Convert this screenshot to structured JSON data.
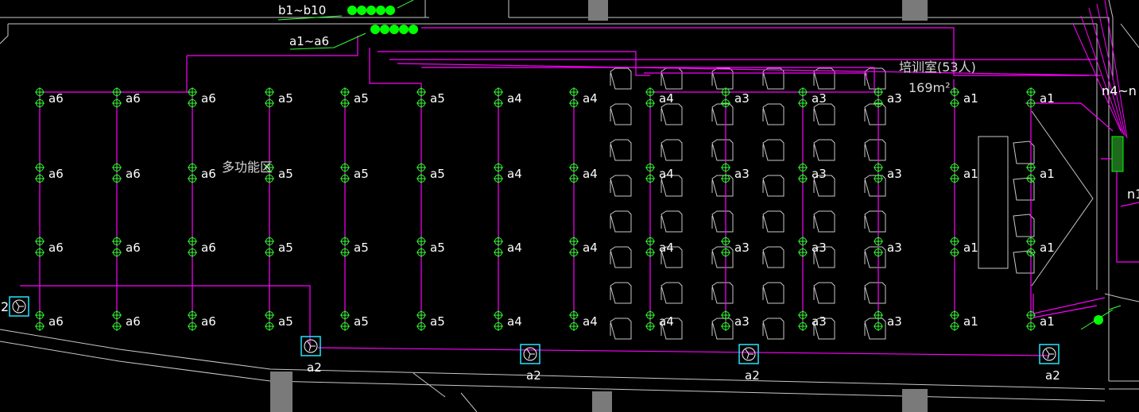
{
  "drawing": {
    "room_name": "培训室(53人)",
    "room_area": "169m²",
    "zone_label": "多功能区",
    "header_b": "b1~b10",
    "header_a": "a1~a6",
    "label_n4": "n4~n",
    "label_n1": "n1",
    "left_cut_label": "2"
  },
  "colors": {
    "background": "#000000",
    "circuit": "#ff00ff",
    "lamp": "#33ff33",
    "wall": "#c8c8c8",
    "panel": "#22e5ff",
    "text": "#ffffff",
    "junction": "#00ff00"
  },
  "fixtures": {
    "columns": [
      "a6",
      "a6",
      "a6",
      "a5",
      "a5",
      "a5",
      "a4",
      "a4",
      "a4",
      "a3",
      "a3",
      "a3",
      "a1",
      "a1"
    ],
    "row_count": 4
  },
  "panels": [
    {
      "label": "a2"
    },
    {
      "label": "a2"
    },
    {
      "label": "a2"
    },
    {
      "label": "a2"
    }
  ]
}
